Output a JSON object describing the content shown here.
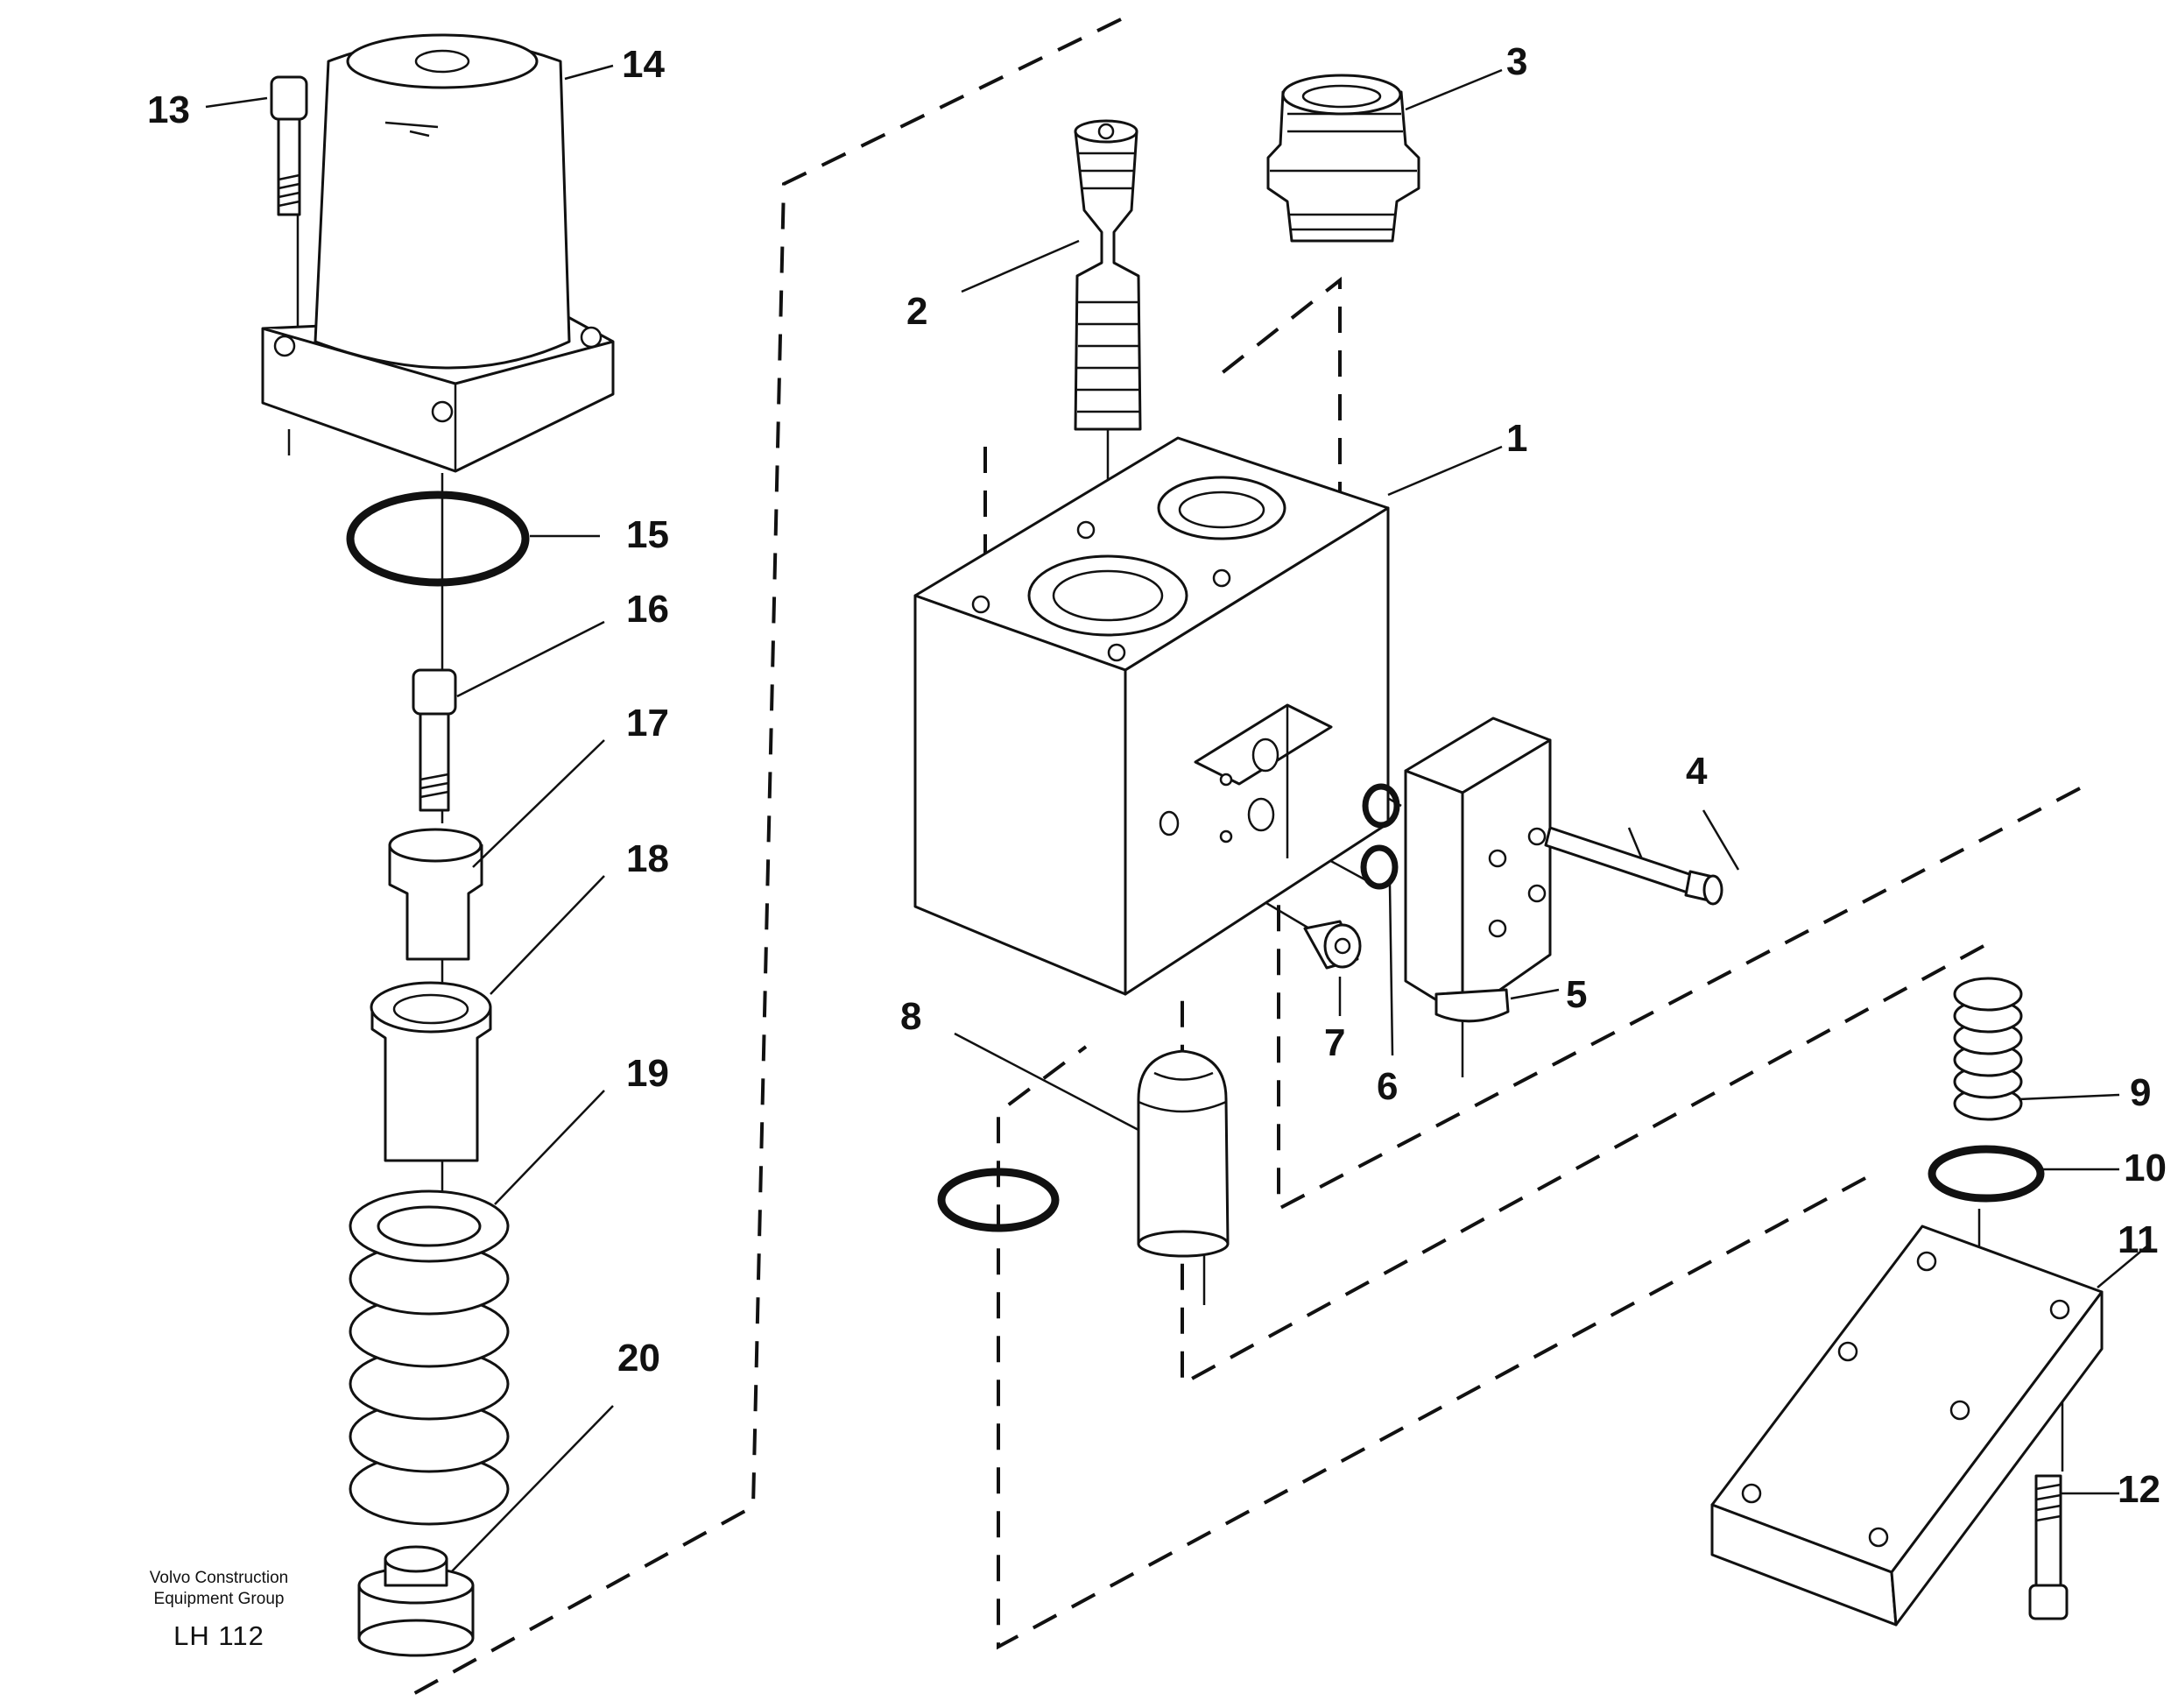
{
  "callouts": {
    "c1": "1",
    "c2": "2",
    "c3": "3",
    "c4": "4",
    "c5": "5",
    "c6": "6",
    "c7": "7",
    "c8": "8",
    "c9": "9",
    "c10": "10",
    "c11": "11",
    "c12": "12",
    "c13": "13",
    "c14": "14",
    "c15": "15",
    "c16": "16",
    "c17": "17",
    "c18": "18",
    "c19": "19",
    "c20": "20"
  },
  "credit": {
    "line1": "Volvo Construction",
    "line2": "Equipment Group",
    "code": "LH 112"
  }
}
